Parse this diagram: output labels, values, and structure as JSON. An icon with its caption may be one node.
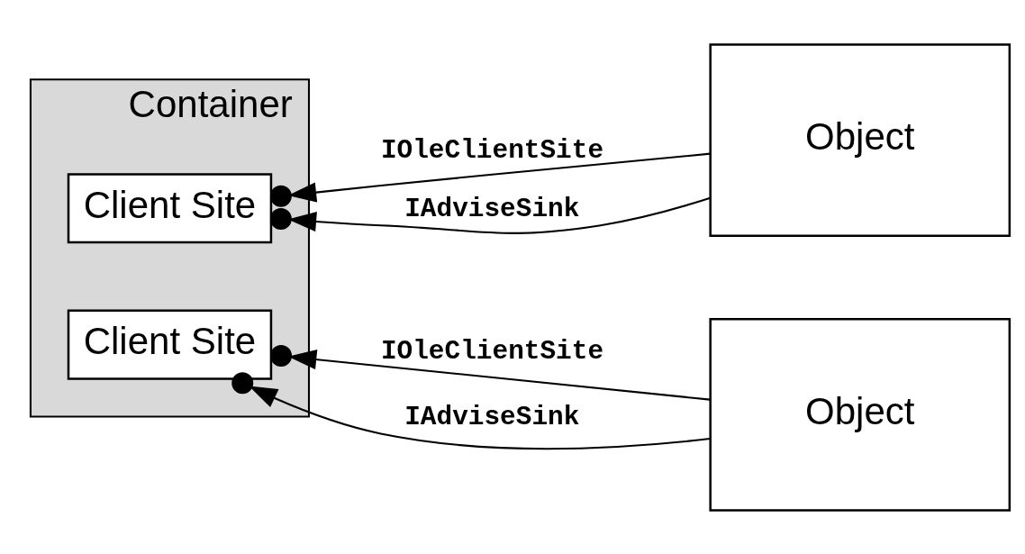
{
  "diagram": {
    "nodes": [
      {
        "text": [
          "Container"
        ]
      },
      {
        "text": [
          "Client Site"
        ],
        "in": 0
      },
      {
        "text": [
          "Client Site"
        ],
        "in": 0
      },
      {
        "text": [
          "Object"
        ]
      },
      {
        "text": [
          "Object"
        ]
      }
    ],
    "edges": [
      {
        "from": 3,
        "to": 1,
        "arrow": "to",
        "label": "IOleClientSite"
      },
      {
        "from": 3,
        "to": 1,
        "arrow": "to",
        "label": "IAdviseSink"
      },
      {
        "from": 4,
        "to": 2,
        "arrow": "to",
        "label": "IOleClientSite"
      },
      {
        "from": 4,
        "to": 2,
        "arrow": "to",
        "label": "IAdviseSink"
      }
    ]
  }
}
